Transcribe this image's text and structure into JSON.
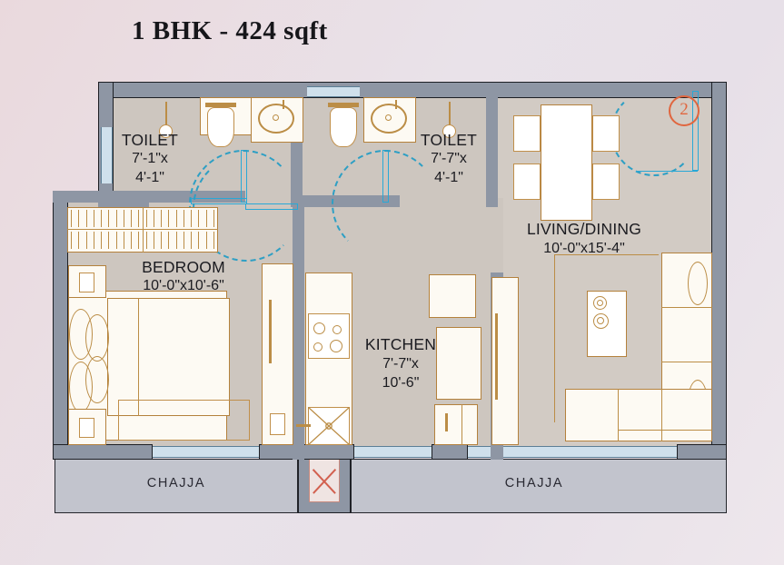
{
  "title": "1 BHK - 424 sqft",
  "unit_marker": "2",
  "rooms": [
    {
      "key": "toilet1",
      "name": "TOILET",
      "dim_line1": "7'-1\"x",
      "dim_line2": "4'-1\""
    },
    {
      "key": "toilet2",
      "name": "TOILET",
      "dim_line1": "7'-7\"x",
      "dim_line2": "4'-1\""
    },
    {
      "key": "bedroom",
      "name": "BEDROOM",
      "dim_line1": "10'-0\"x10'-6\"",
      "dim_line2": ""
    },
    {
      "key": "kitchen",
      "name": "KITCHEN",
      "dim_line1": "7'-7\"x",
      "dim_line2": "10'-6\""
    },
    {
      "key": "living",
      "name": "LIVING/DINING",
      "dim_line1": "10'-0\"x15'-4\"",
      "dim_line2": ""
    }
  ],
  "balconies": [
    {
      "key": "chajja_left",
      "label": "CHAJJA"
    },
    {
      "key": "chajja_right",
      "label": "CHAJJA"
    }
  ],
  "colors": {
    "wall": "#8e96a4",
    "room_fill": "#cdc6bf",
    "chajja_fill": "#c2c4cd",
    "furniture_outline": "#bb8d46",
    "door_swing": "#2e9fc4",
    "window": "#cfe0ec",
    "marker": "#e0663f",
    "shaft_cross": "#d2604f",
    "background": "#e9e2e9"
  }
}
